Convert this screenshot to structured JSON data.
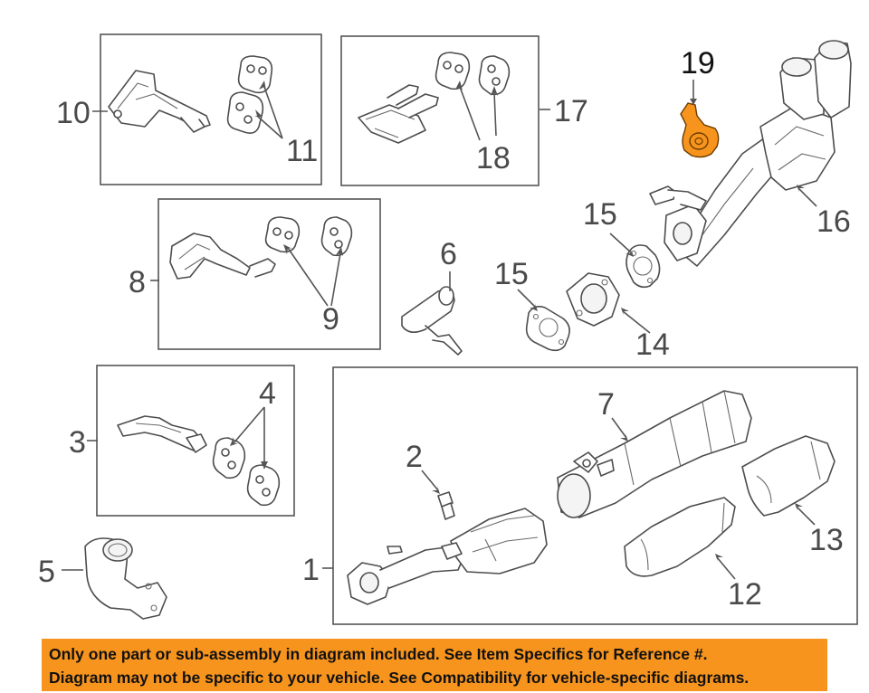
{
  "callouts": {
    "c1": "1",
    "c2": "2",
    "c3": "3",
    "c4": "4",
    "c5": "5",
    "c6": "6",
    "c7": "7",
    "c8": "8",
    "c9": "9",
    "c10": "10",
    "c11": "11",
    "c12": "12",
    "c13": "13",
    "c14": "14",
    "c15a": "15",
    "c15b": "15",
    "c16": "16",
    "c17": "17",
    "c18": "18",
    "c19": "19"
  },
  "highlight_color": "#f7941d",
  "banner": {
    "line1": "Only one part or sub-assembly in diagram included. See Item Specifics for Reference #.",
    "line2": "Diagram may not be specific to your vehicle. See Compatibility for vehicle-specific diagrams."
  }
}
